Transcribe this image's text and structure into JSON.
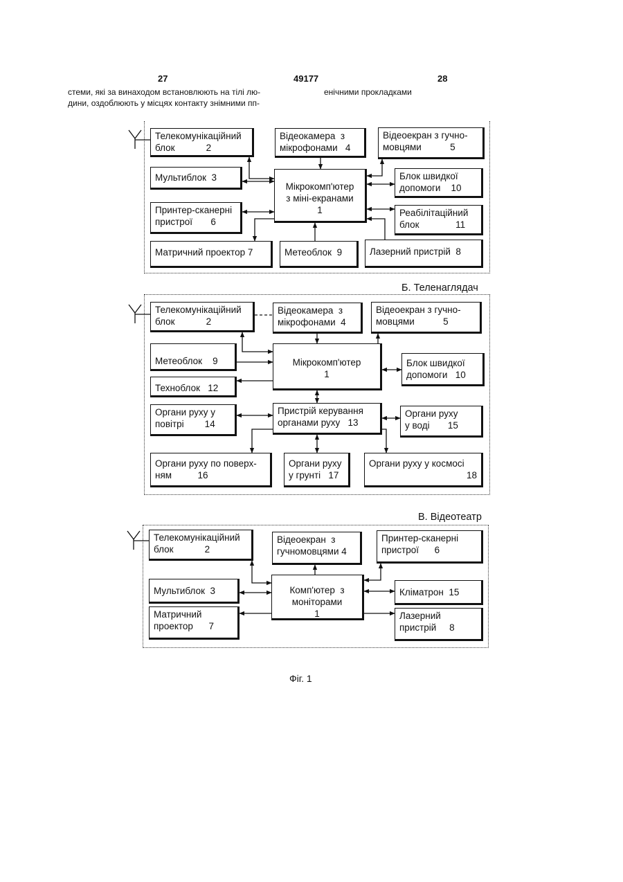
{
  "header": {
    "left_page": "27",
    "patent_number": "49177",
    "right_page": "28"
  },
  "intro_text": {
    "left_line1": "стеми, які за винаходом встановлюють на тілі лю-",
    "left_line2": "дини, оздоблюють у місцях контакту знімними пп-",
    "right_line1": "енічними прокладками"
  },
  "diagram_a": {
    "telecom": [
      "Телекомунікаційний",
      "блок            2"
    ],
    "videocamera": [
      "Відеокамера  з",
      "мікрофонами   4"
    ],
    "videoscreen": [
      "Відеоекран з гучно-",
      "мовцями           5"
    ],
    "multiblock": [
      "Мультиблок  3"
    ],
    "computer": [
      "Мікрокомп'ютер",
      "з міні-екранами",
      "1"
    ],
    "first_aid": [
      "Блок швидкої",
      "допомоги    10"
    ],
    "printer": [
      "Принтер-сканерні",
      "пристрої       6"
    ],
    "rehab": [
      "Реабілітаційний",
      "блок              11"
    ],
    "projector": [
      "Матричний проектор 7"
    ],
    "meteo": [
      "Метеоблок  9"
    ],
    "laser": [
      "Лазерний пристрій  8"
    ]
  },
  "diagram_b": {
    "caption": "Б. Теленаглядач",
    "telecom": [
      "Телекомунікаційний",
      "блок            2"
    ],
    "videocamera": [
      "Відеокамера  з",
      "мікрофонами  4"
    ],
    "videoscreen": [
      "Відеоекран з гучно-",
      "мовцями           5"
    ],
    "meteo": [
      "Метеоблок    9"
    ],
    "computer": [
      "Мікрокомп'ютер",
      "1"
    ],
    "first_aid": [
      "Блок швидкої",
      "допомоги   10"
    ],
    "techno": [
      "Техноблок   12"
    ],
    "air": [
      "Органи руху у",
      "повітрі        14"
    ],
    "control": [
      "Пристрій керування",
      "органами руху   13"
    ],
    "water": [
      "Органи руху",
      "у воді       15"
    ],
    "surface": [
      "Органи руху по поверх-",
      "ням          16"
    ],
    "ground": [
      "Органи руху",
      "у грунті   17"
    ],
    "space": [
      "Органи руху у космосі",
      "18"
    ]
  },
  "diagram_c": {
    "caption": "В. Відеотеатр",
    "telecom": [
      "Телекомунікаційний",
      "блок            2"
    ],
    "videoscreen": [
      "Відеоекран  з",
      "гучномовцями 4"
    ],
    "printer": [
      "Принтер-сканерні",
      "пристрої      6"
    ],
    "multiblock": [
      "Мультиблок  3"
    ],
    "computer": [
      "Комп'ютер  з",
      "моніторами",
      "1"
    ],
    "climatron": [
      "Кліматрон  15"
    ],
    "projector": [
      "Матричний",
      "проектор      7"
    ],
    "laser": [
      "Лазерний",
      "пристрій     8"
    ]
  },
  "figure_label": "Фіг. 1"
}
